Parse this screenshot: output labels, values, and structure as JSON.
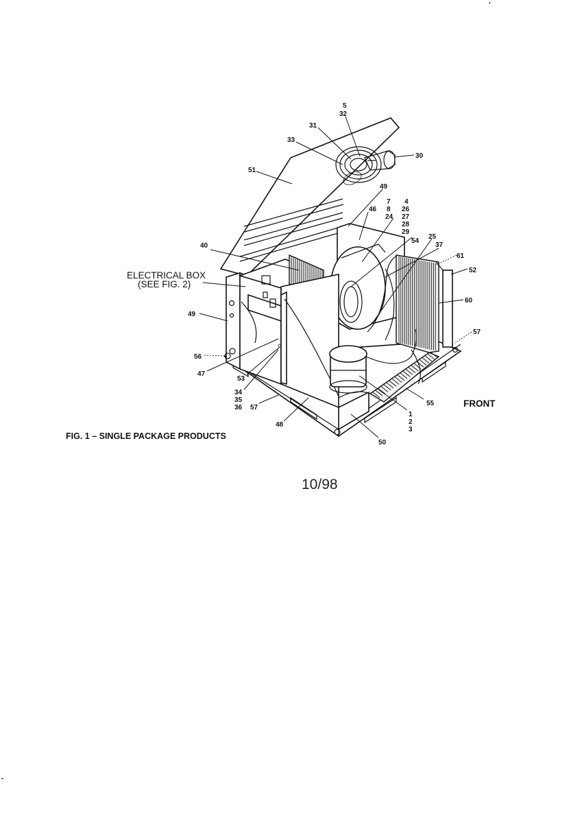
{
  "figure": {
    "caption": "FIG. 1 – SINGLE PACKAGE PRODUCTS",
    "front_label": "FRONT",
    "electrical_box": {
      "line1": "ELECTRICAL BOX",
      "line2": "(SEE FIG. 2)"
    }
  },
  "callouts": {
    "c5": "5",
    "c32": "32",
    "c31": "31",
    "c33": "33",
    "c30": "30",
    "c51": "51",
    "c49_top": "49",
    "c7": "7",
    "c8": "8",
    "c24": "24",
    "c4": "4",
    "c26": "26",
    "c27": "27",
    "c28": "28",
    "c29": "29",
    "c46": "46",
    "c40": "40",
    "c54": "54",
    "c25": "25",
    "c37": "37",
    "c61": "61",
    "c52": "52",
    "c60": "60",
    "c57_right": "57",
    "c49_left": "49",
    "c56": "56",
    "c47": "47",
    "c53": "53",
    "c34": "34",
    "c35": "35",
    "c36": "36",
    "c57_left": "57",
    "c48": "48",
    "c50": "50",
    "c55": "55",
    "c1": "1",
    "c2": "2",
    "c3": "3"
  },
  "footer": {
    "date": "10/98"
  },
  "edge_marks": {
    "left_dash": "-",
    "top_right_tick": "'"
  }
}
